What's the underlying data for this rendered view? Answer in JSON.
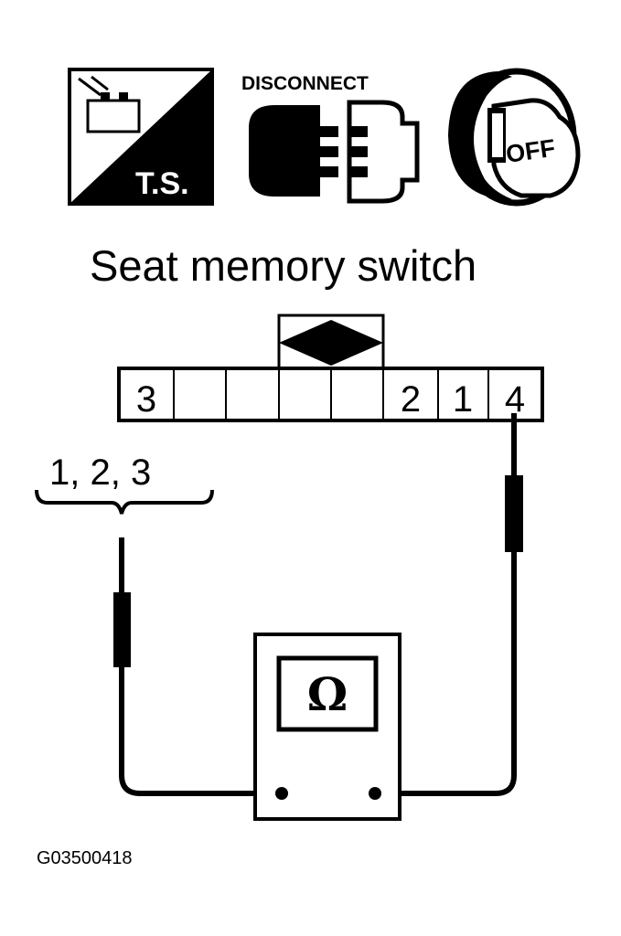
{
  "icons": {
    "ts_label": "T.S.",
    "disconnect_label": "DISCONNECT",
    "key_label": "OFF",
    "ts_icon": "ts-battery-icon",
    "disconnect_icon": "disconnect-connector-icon",
    "ignition_icon": "ignition-off-icon"
  },
  "title": "Seat memory switch",
  "connector": {
    "cells": [
      "3",
      "",
      "",
      "",
      "",
      "2",
      "1",
      "4"
    ]
  },
  "probe_label": "1, 2, 3",
  "meter": {
    "symbol": "Ω"
  },
  "figure_code": "G03500418"
}
